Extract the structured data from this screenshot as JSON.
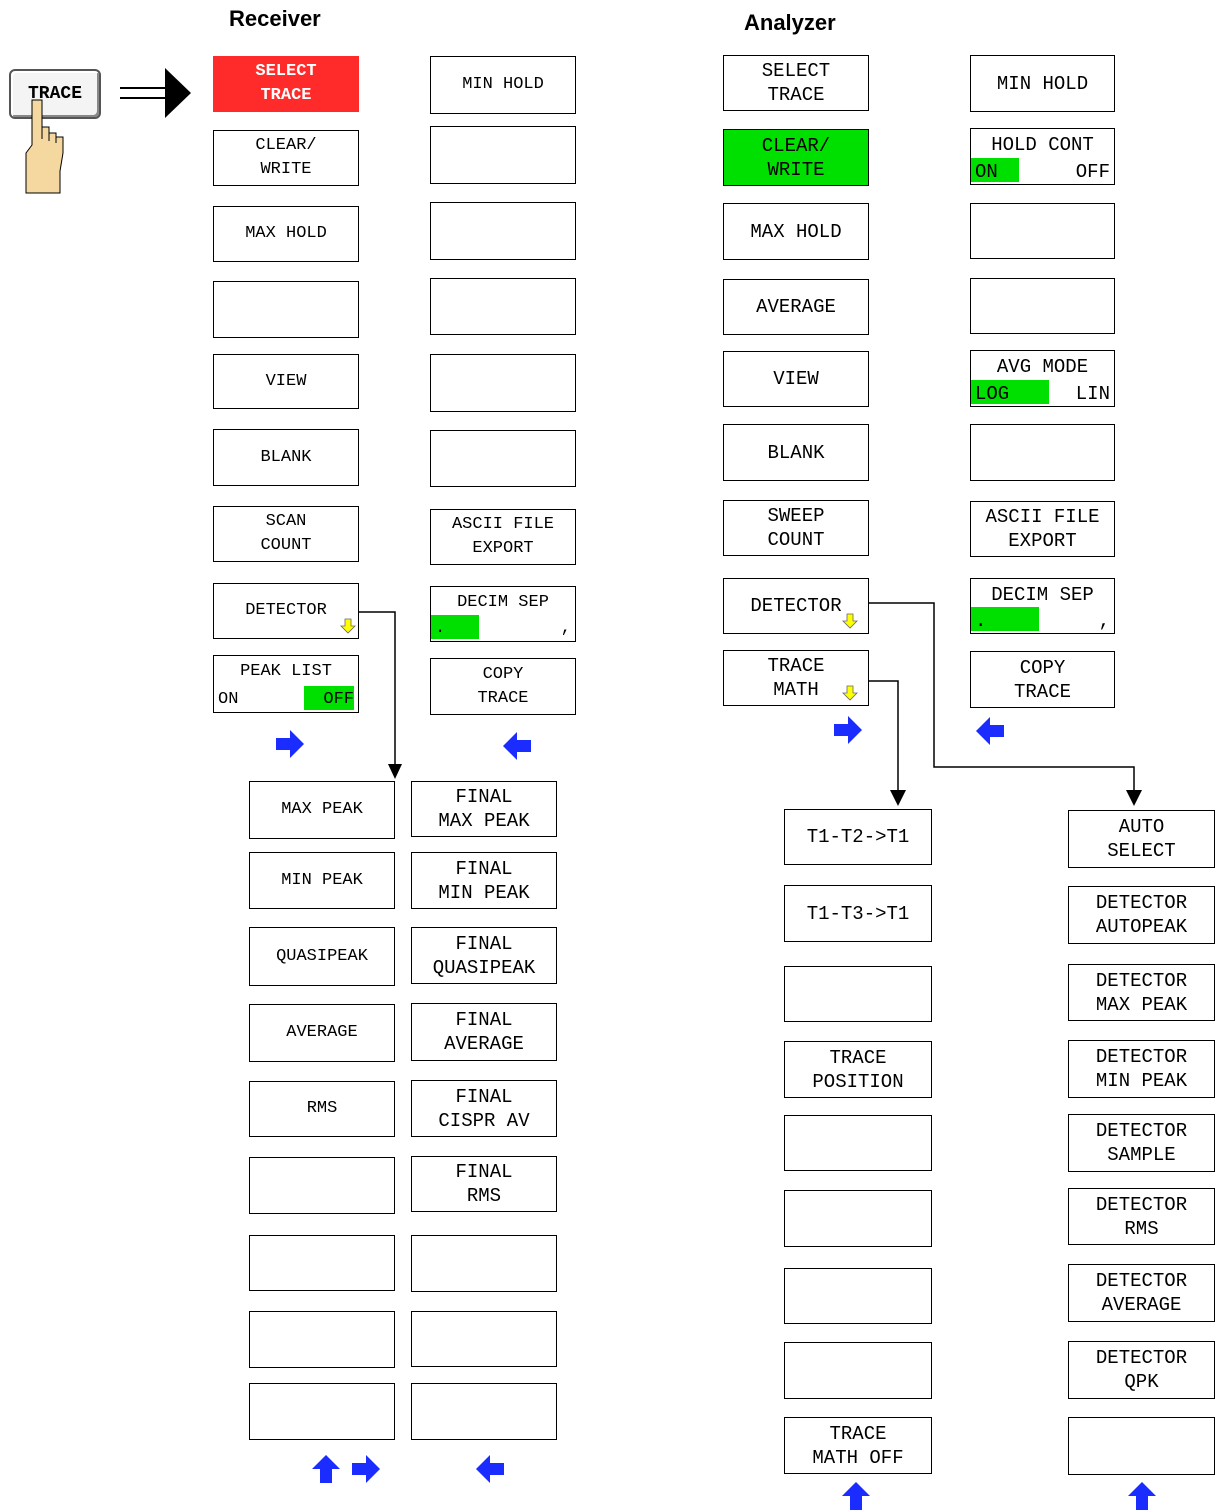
{
  "hardkey": {
    "label": "TRACE"
  },
  "receiver": {
    "title": "Receiver",
    "col1": [
      {
        "l1": "SELECT",
        "l2": "TRACE"
      },
      {
        "l1": "CLEAR/",
        "l2": "WRITE"
      },
      {
        "l1": "MAX HOLD",
        "l2": ""
      },
      {
        "l1": "",
        "l2": ""
      },
      {
        "l1": "VIEW",
        "l2": ""
      },
      {
        "l1": "BLANK",
        "l2": ""
      },
      {
        "l1": "SCAN",
        "l2": "COUNT"
      },
      {
        "l1": "DETECTOR",
        "l2": ""
      },
      {
        "l1": "PEAK LIST",
        "opt1": "ON",
        "opt2": "OFF"
      }
    ],
    "col2": [
      {
        "l1": "MIN HOLD",
        "l2": ""
      },
      {
        "l1": "",
        "l2": ""
      },
      {
        "l1": "",
        "l2": ""
      },
      {
        "l1": "",
        "l2": ""
      },
      {
        "l1": "",
        "l2": ""
      },
      {
        "l1": "",
        "l2": ""
      },
      {
        "l1": "ASCII FILE",
        "l2": "EXPORT"
      },
      {
        "l1": "DECIM SEP",
        "opt1": ".",
        "opt2": ","
      },
      {
        "l1": "COPY",
        "l2": "TRACE"
      }
    ],
    "detector_col1": [
      {
        "l1": "MAX PEAK",
        "l2": ""
      },
      {
        "l1": "MIN PEAK",
        "l2": ""
      },
      {
        "l1": "QUASIPEAK",
        "l2": ""
      },
      {
        "l1": "AVERAGE",
        "l2": ""
      },
      {
        "l1": "RMS",
        "l2": ""
      },
      {
        "l1": "",
        "l2": ""
      },
      {
        "l1": "",
        "l2": ""
      },
      {
        "l1": "",
        "l2": ""
      },
      {
        "l1": "",
        "l2": ""
      }
    ],
    "detector_col2": [
      {
        "l1": "FINAL",
        "l2": "MAX PEAK"
      },
      {
        "l1": "FINAL",
        "l2": "MIN PEAK"
      },
      {
        "l1": "FINAL",
        "l2": "QUASIPEAK"
      },
      {
        "l1": "FINAL",
        "l2": "AVERAGE"
      },
      {
        "l1": "FINAL",
        "l2": "CISPR AV"
      },
      {
        "l1": "FINAL",
        "l2": "RMS"
      },
      {
        "l1": "",
        "l2": ""
      },
      {
        "l1": "",
        "l2": ""
      },
      {
        "l1": "",
        "l2": ""
      }
    ]
  },
  "analyzer": {
    "title": "Analyzer",
    "col1": [
      {
        "l1": "SELECT",
        "l2": "TRACE"
      },
      {
        "l1": "CLEAR/",
        "l2": "WRITE"
      },
      {
        "l1": "MAX HOLD",
        "l2": ""
      },
      {
        "l1": "AVERAGE",
        "l2": ""
      },
      {
        "l1": "VIEW",
        "l2": ""
      },
      {
        "l1": "BLANK",
        "l2": ""
      },
      {
        "l1": "SWEEP",
        "l2": "COUNT"
      },
      {
        "l1": "DETECTOR",
        "l2": ""
      },
      {
        "l1": "TRACE",
        "l2": "MATH"
      }
    ],
    "col2": [
      {
        "l1": "MIN HOLD",
        "l2": ""
      },
      {
        "l1": "HOLD CONT",
        "opt1": "ON",
        "opt2": "OFF"
      },
      {
        "l1": "",
        "l2": ""
      },
      {
        "l1": "",
        "l2": ""
      },
      {
        "l1": "AVG MODE",
        "opt1": "LOG",
        "opt2": "LIN"
      },
      {
        "l1": "",
        "l2": ""
      },
      {
        "l1": "ASCII FILE",
        "l2": "EXPORT"
      },
      {
        "l1": "DECIM SEP",
        "opt1": ".",
        "opt2": ","
      },
      {
        "l1": "COPY",
        "l2": "TRACE"
      }
    ],
    "math_col": [
      {
        "l1": "T1-T2->T1",
        "l2": ""
      },
      {
        "l1": "T1-T3->T1",
        "l2": ""
      },
      {
        "l1": "",
        "l2": ""
      },
      {
        "l1": "TRACE",
        "l2": "POSITION"
      },
      {
        "l1": "",
        "l2": ""
      },
      {
        "l1": "",
        "l2": ""
      },
      {
        "l1": "",
        "l2": ""
      },
      {
        "l1": "",
        "l2": ""
      },
      {
        "l1": "TRACE",
        "l2": "MATH OFF"
      }
    ],
    "detector_col": [
      {
        "l1": "AUTO",
        "l2": "SELECT"
      },
      {
        "l1": "DETECTOR",
        "l2": "AUTOPEAK"
      },
      {
        "l1": "DETECTOR",
        "l2": "MAX PEAK"
      },
      {
        "l1": "DETECTOR",
        "l2": "MIN PEAK"
      },
      {
        "l1": "DETECTOR",
        "l2": "SAMPLE"
      },
      {
        "l1": "DETECTOR",
        "l2": "RMS"
      },
      {
        "l1": "DETECTOR",
        "l2": "AVERAGE"
      },
      {
        "l1": "DETECTOR",
        "l2": "QPK"
      },
      {
        "l1": "",
        "l2": ""
      }
    ]
  },
  "colors": {
    "selected": "#ff2a2a",
    "active": "#00e000",
    "nav_arrow": "#1a2cff",
    "submenu_marker": "#ffff00"
  },
  "icons": {
    "hardkey_press": "pointing-hand-icon",
    "nav_right": "arrow-right-icon",
    "nav_left": "arrow-left-icon",
    "nav_up": "arrow-up-icon",
    "submenu": "submenu-arrow-icon"
  }
}
